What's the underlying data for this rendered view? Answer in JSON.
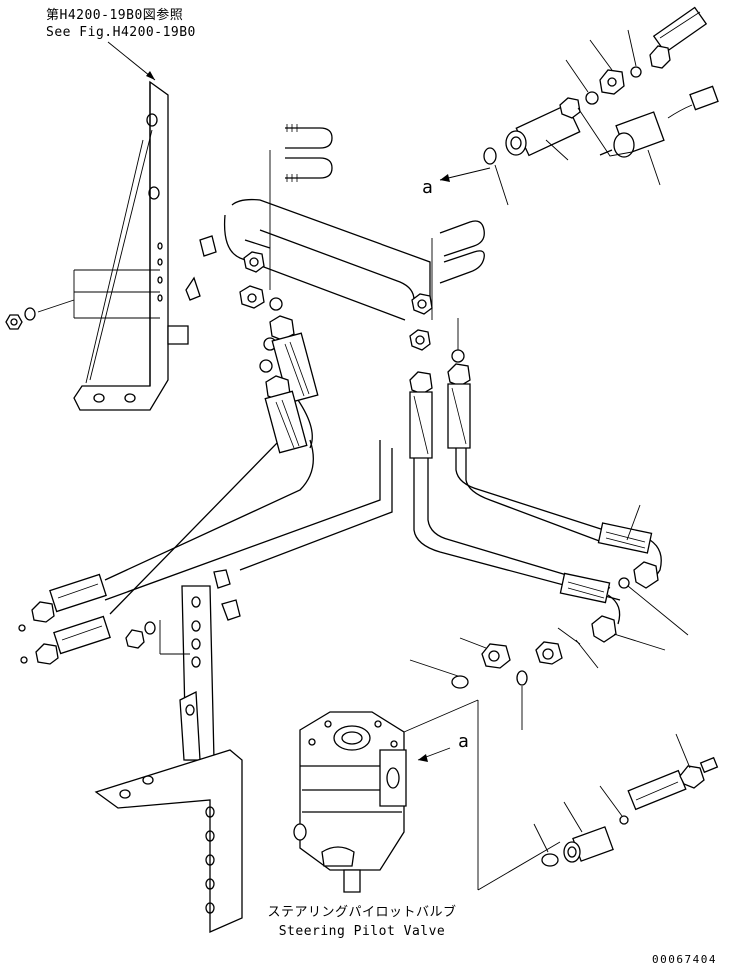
{
  "refs": {
    "top_ref_jp": "第H4200-19B0図参照",
    "top_ref_en": "See Fig.H4200-19B0"
  },
  "view_markers": {
    "upper": "a",
    "lower": "a"
  },
  "component": {
    "name_jp": "ステアリングパイロットバルブ",
    "name_en": "Steering Pilot Valve"
  },
  "drawing_number": "00067404"
}
